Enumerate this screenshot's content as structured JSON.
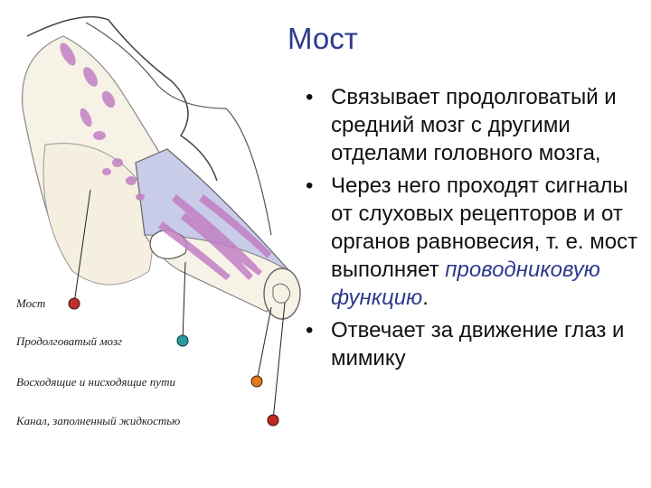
{
  "title": "Мост",
  "bullets": [
    {
      "text": "Связывает продолговатый и средний мозг с другими отделами головного мозга,"
    },
    {
      "text_before": "Через него проходят сигналы от слуховых рецепторов и от органов равновесия, т. е. мост выполняет ",
      "emphasis": "проводниковую функцию",
      "text_after": "."
    },
    {
      "text": "Отвечает за движение глаз и мимику"
    }
  ],
  "figure_labels": {
    "pons": "Мост",
    "medulla": "Продолговатый мозг",
    "tracts": "Восходящие и нисходящие пути",
    "canal": "Канал, заполненный жидкостью"
  },
  "colors": {
    "title": "#2e3a8c",
    "emphasis": "#2e3a8c",
    "tract_stripes": "#c27fc4",
    "medulla_fill": "#c8cce8",
    "marker_pons": "#c0302a",
    "marker_medulla": "#2a9aa0",
    "marker_tracts": "#e07a1a",
    "marker_canal": "#c02a20"
  }
}
